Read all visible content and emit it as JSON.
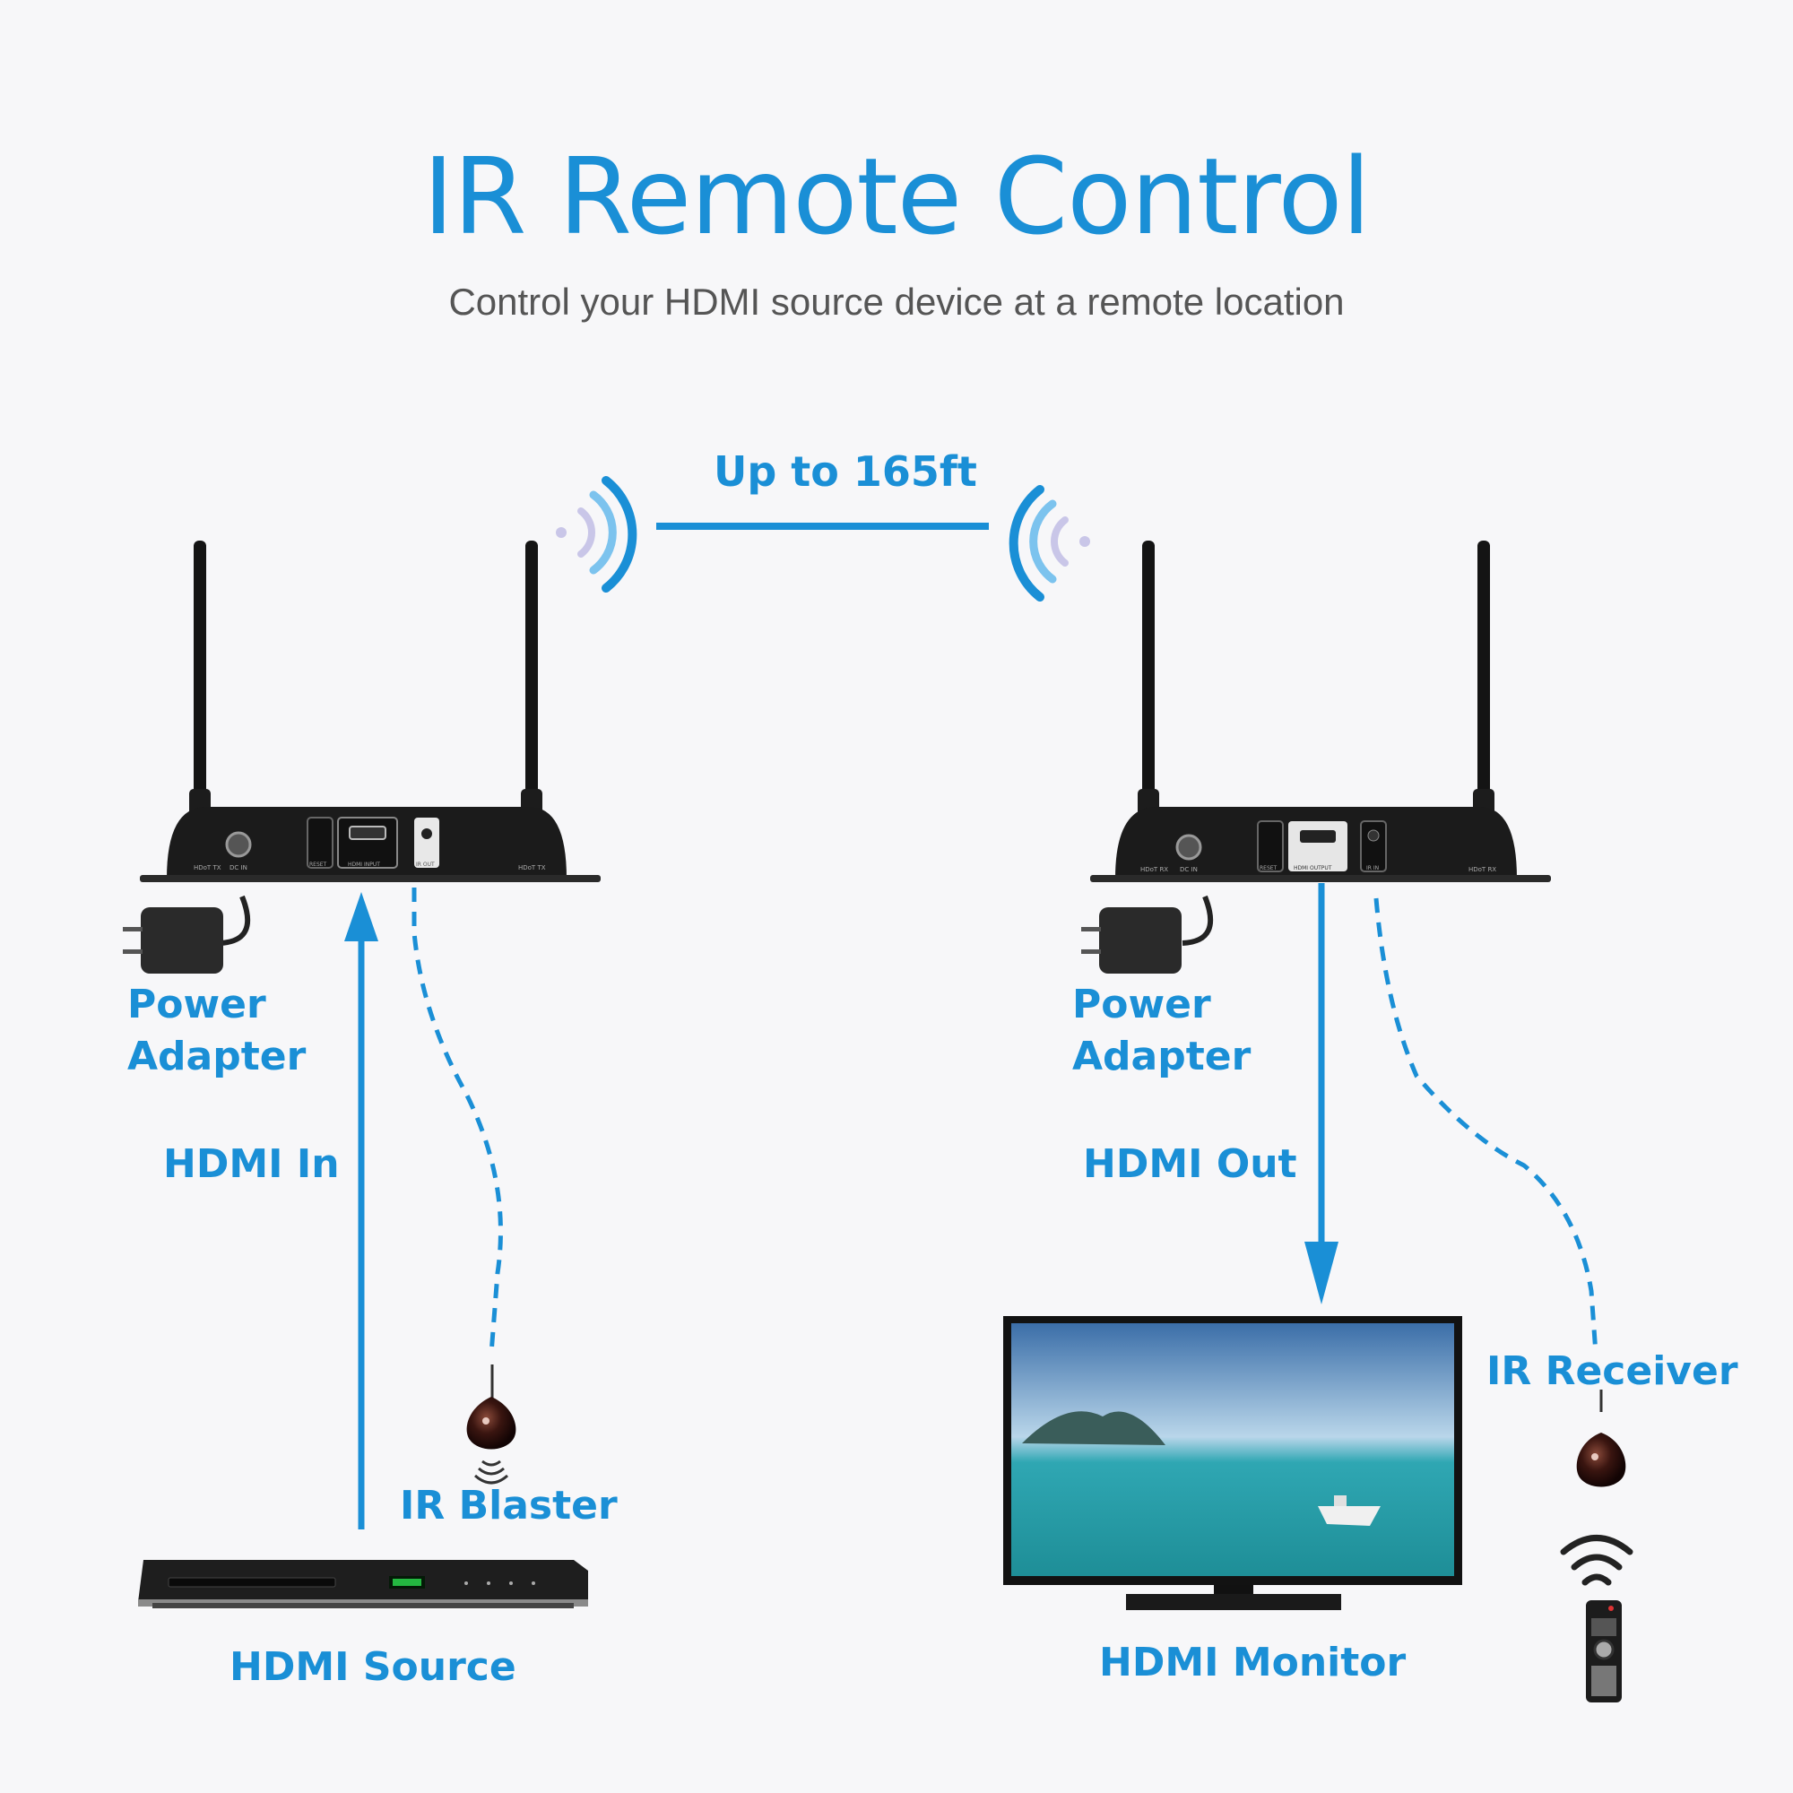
{
  "header": {
    "title": "IR Remote Control",
    "subtitle": "Control your HDMI source device at a remote location"
  },
  "link": {
    "distance": "Up to 165ft"
  },
  "transmitter": {
    "power_adapter_line1": "Power",
    "power_adapter_line2": "Adapter",
    "hdmi_in": "HDMI In",
    "ir_blaster": "IR Blaster",
    "source": "HDMI Source",
    "panel_labels": [
      "HDoT TX",
      "DC IN",
      "RESET",
      "HDMI INPUT",
      "IR OUT",
      "HDoT TX"
    ]
  },
  "receiver": {
    "power_adapter_line1": "Power",
    "power_adapter_line2": "Adapter",
    "hdmi_out": "HDMI Out",
    "ir_receiver": "IR Receiver",
    "monitor": "HDMI Monitor",
    "panel_labels": [
      "HDoT RX",
      "DC IN",
      "RESET",
      "HDMI OUTPUT",
      "IR IN",
      "HDoT RX"
    ]
  },
  "colors": {
    "accent": "#1a8fd6",
    "wave_light": "#7cc3ee",
    "wave_pale": "#c9c6e8"
  }
}
